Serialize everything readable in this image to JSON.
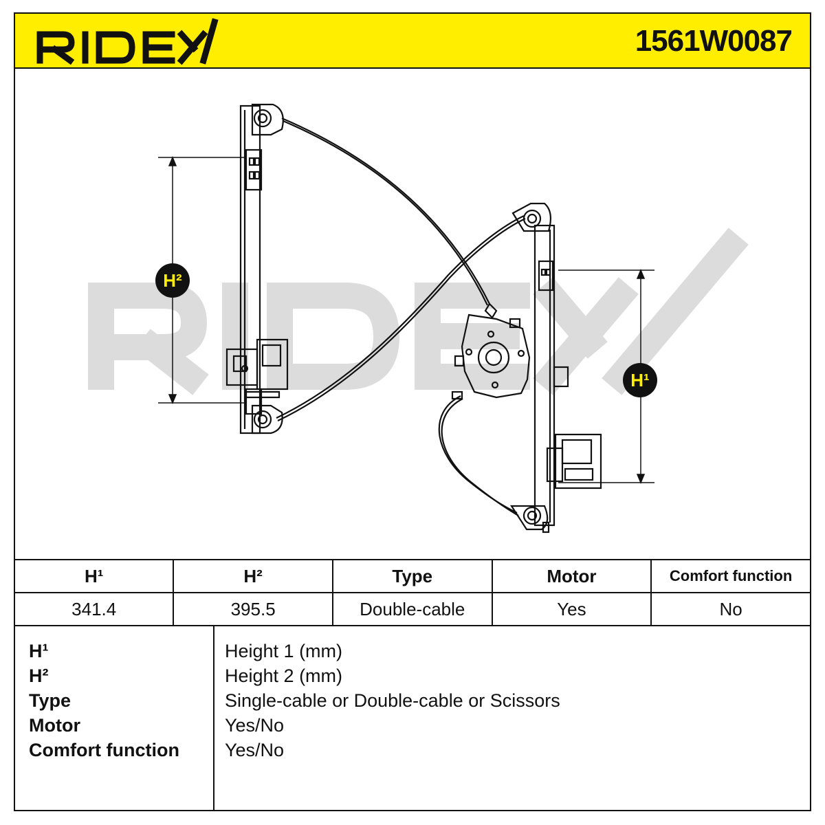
{
  "brand": {
    "logo_text": "RIDEX",
    "part_number": "1561W0087",
    "accent_color": "#ffee00"
  },
  "diagram": {
    "watermark_text": "RIDEX",
    "marker_h1": "H¹",
    "marker_h2": "H²",
    "icons": [
      "window-regulator-drawing",
      "dimension-arrow-icon"
    ]
  },
  "spec_table": {
    "headers": [
      "H¹",
      "H²",
      "Type",
      "Motor",
      "Comfort function"
    ],
    "values": [
      "341.4",
      "395.5",
      "Double-cable",
      "Yes",
      "No"
    ]
  },
  "legend": {
    "items": [
      {
        "key": "H¹",
        "value": "Height 1 (mm)"
      },
      {
        "key": "H²",
        "value": "Height 2 (mm)"
      },
      {
        "key": "Type",
        "value": "Single-cable or Double-cable or Scissors"
      },
      {
        "key": "Motor",
        "value": "Yes/No"
      },
      {
        "key": "Comfort function",
        "value": "Yes/No"
      }
    ]
  }
}
